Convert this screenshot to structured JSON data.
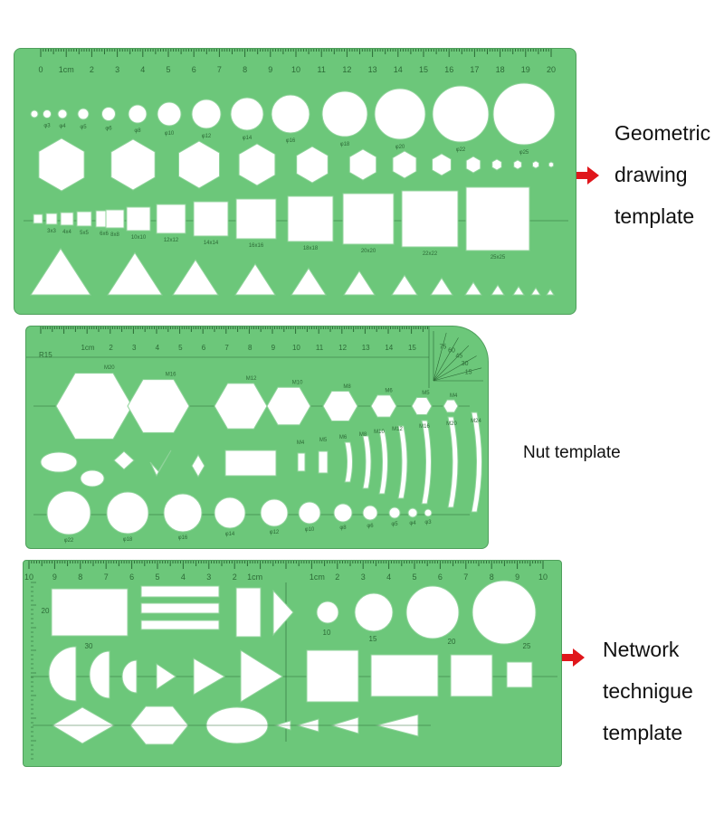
{
  "colors": {
    "plastic": "#6cc77a",
    "edge": "#4f9f5c",
    "marks": "#2c6a36",
    "arrow": "#e0161b"
  },
  "labels": {
    "geometric": [
      "Geometric",
      "drawing",
      "template"
    ],
    "nut": "Nut template",
    "network": [
      "Network",
      "technigue",
      "template"
    ]
  },
  "template1": {
    "ruler": [
      "0",
      "1cm",
      "2",
      "3",
      "4",
      "5",
      "6",
      "7",
      "8",
      "9",
      "10",
      "11",
      "12",
      "13",
      "14",
      "15",
      "16",
      "17",
      "18",
      "19",
      "20"
    ],
    "circle_labels": [
      "φ3",
      "φ4",
      "φ5",
      "φ6",
      "φ8",
      "φ10",
      "φ12",
      "φ14",
      "φ16",
      "φ18",
      "φ20",
      "φ22",
      "φ25"
    ],
    "square_labels": [
      "3x3",
      "4x4",
      "5x5",
      "6x6",
      "8x8",
      "10x10",
      "12x12",
      "14x14",
      "16x16",
      "18x18",
      "20x20",
      "22x22",
      "25x25"
    ]
  },
  "template2": {
    "ruler": [
      "1cm",
      "2",
      "3",
      "4",
      "5",
      "6",
      "7",
      "8",
      "9",
      "10",
      "11",
      "12",
      "13",
      "14",
      "15"
    ],
    "corner": "R15",
    "angles": [
      "75",
      "60",
      "45",
      "30",
      "15"
    ],
    "hex_labels": [
      "M20",
      "M16",
      "M12",
      "M10",
      "M8",
      "M6",
      "M5",
      "M4"
    ],
    "slot_labels": [
      "M4",
      "M5",
      "M6",
      "M8",
      "M10",
      "M12",
      "M16",
      "M20",
      "M24"
    ],
    "circle_labels": [
      "φ22",
      "φ18",
      "φ16",
      "φ14",
      "φ12",
      "φ10",
      "φ8",
      "φ6",
      "φ5",
      "φ4",
      "φ3"
    ]
  },
  "template3": {
    "ruler": [
      "10",
      "9",
      "8",
      "7",
      "6",
      "5",
      "4",
      "3",
      "2",
      "1cm",
      "1cm",
      "2",
      "3",
      "4",
      "5",
      "6",
      "7",
      "8",
      "9",
      "10"
    ],
    "side_labels": [
      "20",
      "30"
    ],
    "circle_labels": [
      "10",
      "15",
      "20",
      "25"
    ]
  }
}
